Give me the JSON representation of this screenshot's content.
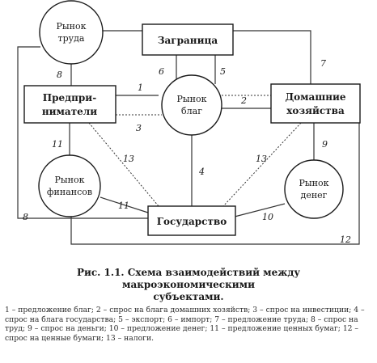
{
  "diagram": {
    "nodes": {
      "labor_market": [
        "Рынок",
        "труда"
      ],
      "abroad": [
        "Заграница"
      ],
      "entrepreneurs": [
        "Предпри-",
        "ниматели"
      ],
      "goods_market": [
        "Рынок",
        "благ"
      ],
      "households": [
        "Домашние",
        "хозяйства"
      ],
      "finance_market": [
        "Рынок",
        "финансов"
      ],
      "money_market": [
        "Рынок",
        "денег"
      ],
      "state": [
        "Государство"
      ]
    },
    "flow_numbers": {
      "n1": "1",
      "n2": "2",
      "n3": "3",
      "n4": "4",
      "n5": "5",
      "n6": "6",
      "n7": "7",
      "n8_top": "8",
      "n8_left": "8",
      "n9": "9",
      "n10": "10",
      "n11_left": "11",
      "n11_bottom": "11",
      "n12": "12",
      "n13_left": "13",
      "n13_right": "13"
    }
  },
  "caption": {
    "line1": "Рис. 1.1. Схема взаимодействий между макроэкономическими",
    "line2": "субъектами."
  },
  "legend": {
    "text": "1 – предложение благ; 2 – спрос на блага домашних хозяйств; 3 – спрос на инвестиции; 4 – спрос на блага государства; 5 – экспорт; 6 – импорт; 7 – предложение труда; 8 – спрос на труд; 9 – спрос на деньги; 10 – предложение денег; 11 – предложение ценных бумаг; 12 – спрос на ценные бумаги; 13 – налоги."
  }
}
